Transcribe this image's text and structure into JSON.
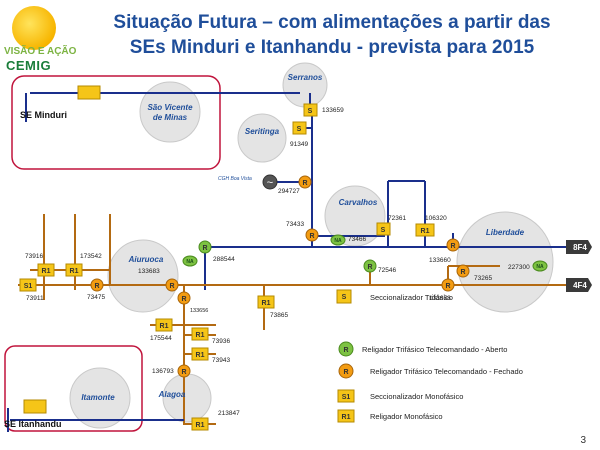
{
  "title": {
    "line1": "Situação Futura – com alimentações a partir das",
    "line2": "SEs Minduri e Itanhandu  - prevista para 2015"
  },
  "logo": {
    "text1": "VISÃO E AÇÃO",
    "text2": "CEMIG"
  },
  "page_number": "3",
  "substations": {
    "minduri": "SE Minduri",
    "itanhandu": "SE Itanhandu"
  },
  "towns": {
    "sao_vicente_line1": "São Vicente",
    "sao_vicente_line2": "de Minas",
    "serranos": "Serranos",
    "seritinga": "Seritinga",
    "carvalhos": "Carvalhos",
    "liberdade": "Liberdade",
    "aiuruoca": "Aiuruoca",
    "itamonte": "Itamonte",
    "alagoa": "Alagoa"
  },
  "cgh_label": "CGH Boa Vista",
  "feeders": {
    "f1": "8F4",
    "f2": "4F4"
  },
  "equipment_numbers": {
    "n133659": "133659",
    "n91349": "91349",
    "n294727": "294727",
    "n73433": "73433",
    "n72361": "72361",
    "n106320": "106320",
    "n73466": "73466",
    "n72546": "72546",
    "n133660": "133660",
    "n227300": "227300",
    "n73265": "73265",
    "n133658": "133658",
    "n73916": "73916",
    "n173542": "173542",
    "n288544": "288544",
    "n133683": "133683",
    "n73911": "73911",
    "n73475": "73475",
    "n133656": "133656",
    "n73865": "73865",
    "n175544": "175544",
    "n73936": "73936",
    "n73943": "73943",
    "n136793": "136793",
    "n213847": "213847"
  },
  "symbols": {
    "s": "S",
    "r": "R",
    "s1": "S1",
    "r1": "R1",
    "na": "NA",
    "tilde": "~"
  },
  "legend": {
    "items": [
      "Seccionalizador Trifásico",
      "Religador Trifásico Telecomandado  - Aberto",
      "Religador Trifásico Telecomandado  - Fechado",
      "Seccionalizador Monofásico",
      "Religador  Monofásico"
    ]
  },
  "colors": {
    "title": "#1f4e9a",
    "bus_blue": "#1a2f8c",
    "line_brown": "#b36a12",
    "equip_yellow": "#f5c518",
    "recloser_green": "#7dc242",
    "recloser_orange": "#f39c12",
    "highlight_red": "#c0143c"
  }
}
